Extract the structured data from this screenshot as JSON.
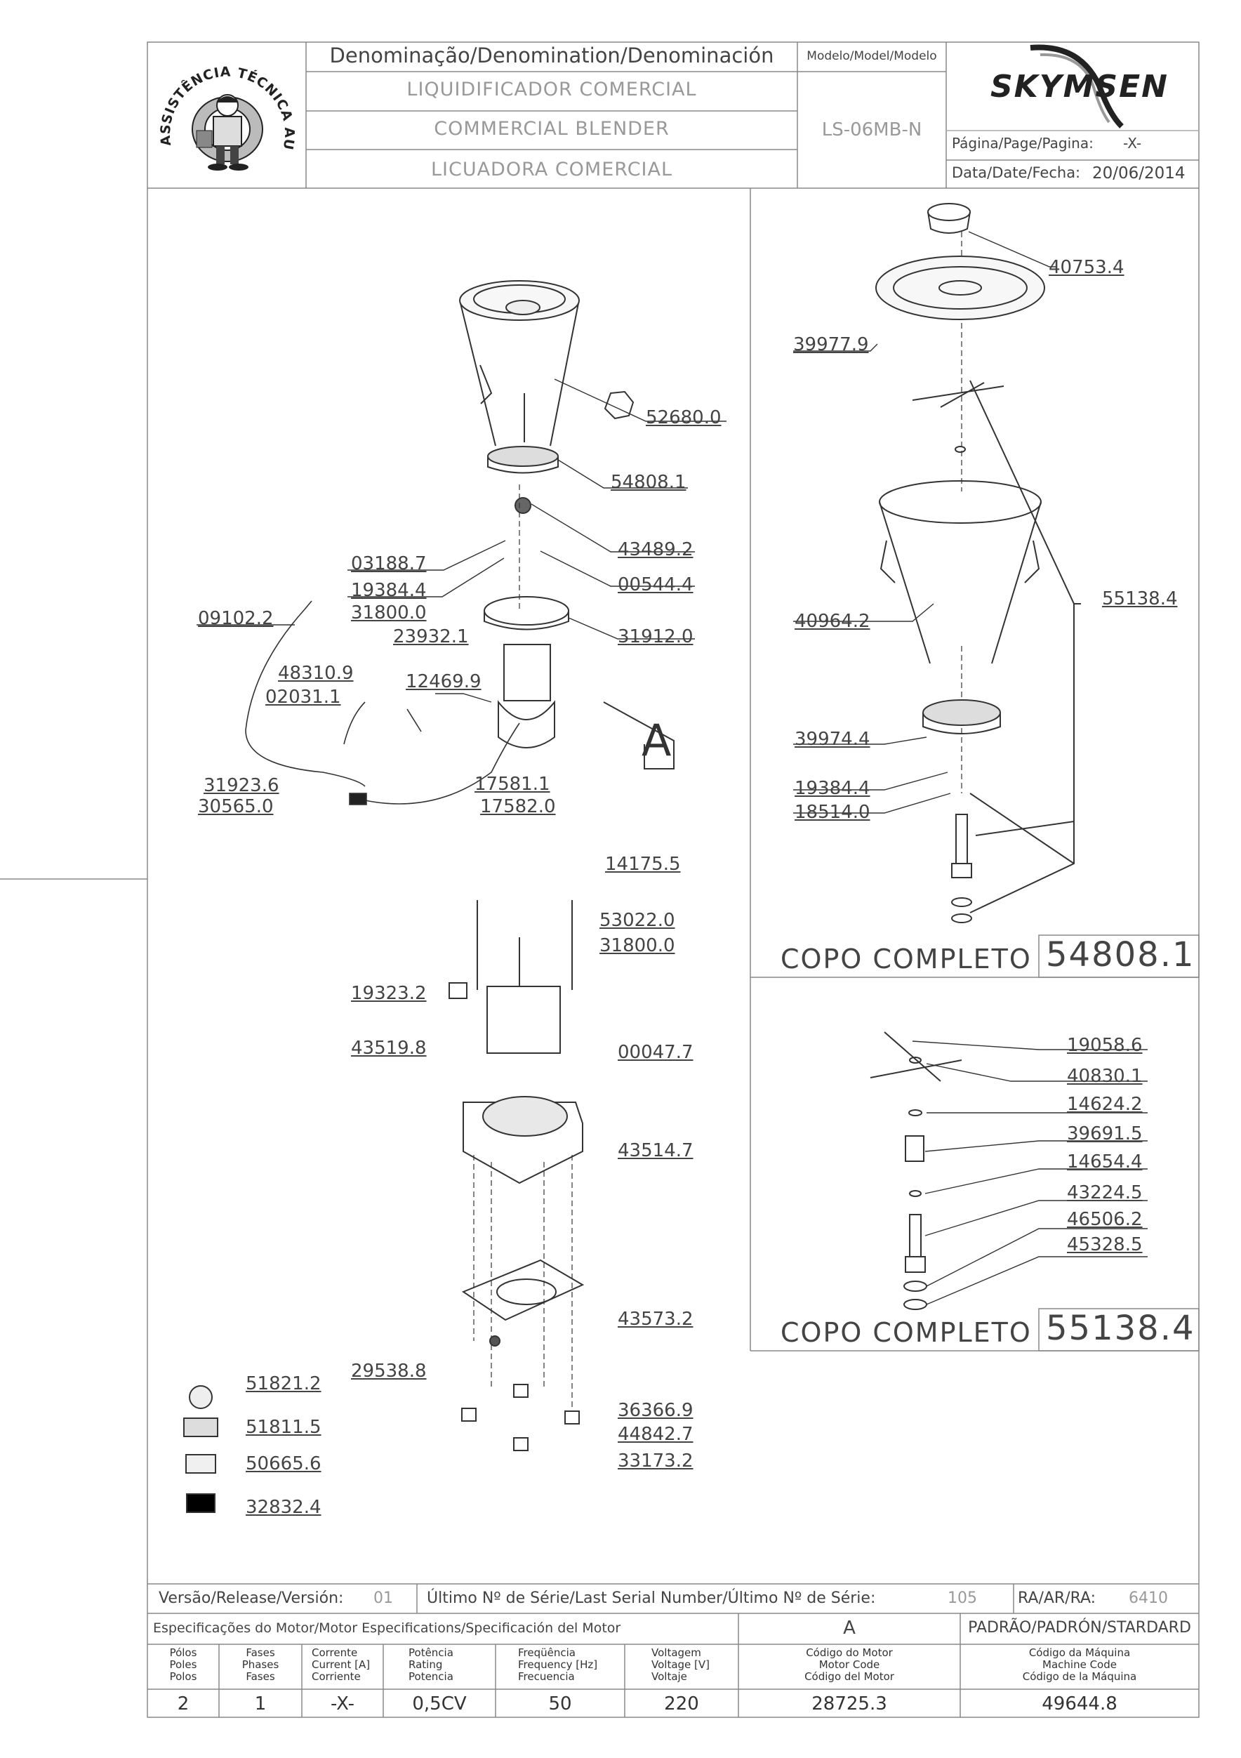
{
  "header": {
    "denomination_label": "Denominação/Denomination/Denominación",
    "model_label": "Modelo/Model/Modelo",
    "name_pt": "LIQUIDIFICADOR COMERCIAL",
    "name_en": "COMMERCIAL BLENDER",
    "name_es": "LICUADORA COMERCIAL",
    "model_value": "LS-06MB-N",
    "brand": "SKYMSEN",
    "page_label": "Página/Page/Pagina:",
    "page_value": "-X-",
    "date_label": "Data/Date/Fecha:",
    "date_value": "20/06/2014",
    "seal_text": "ASSISTÊNCIA TÉCNICA AUTORIZADA"
  },
  "diagram": {
    "main_labels": [
      "52680.0",
      "54808.1",
      "43489.2",
      "00544.4",
      "03188.7",
      "19384.4",
      "31800.0",
      "23932.1",
      "31912.0",
      "09102.2",
      "48310.9",
      "02031.1",
      "12469.9",
      "A",
      "31923.6",
      "30565.0",
      "17581.1",
      "17582.0",
      "14175.5",
      "53022.0",
      "31800.0",
      "19323.2",
      "43519.8",
      "00047.7",
      "43514.7",
      "43573.2",
      "29538.8",
      "36366.9",
      "44842.7",
      "33173.2",
      "51821.2",
      "51811.5",
      "50665.6",
      "32832.4"
    ],
    "cup1_labels": [
      "40753.4",
      "39977.9",
      "55138.4",
      "40964.2",
      "39974.4",
      "19384.4",
      "18514.0"
    ],
    "cup1_title": "COPO COMPLETO",
    "cup1_code": "54808.1",
    "cup2_labels": [
      "19058.6",
      "40830.1",
      "14624.2",
      "39691.5",
      "14654.4",
      "43224.5",
      "46506.2",
      "45328.5"
    ],
    "cup2_title": "COPO COMPLETO",
    "cup2_code": "55138.4"
  },
  "footer": {
    "version_label": "Versão/Release/Versión:",
    "version_value": "01",
    "serial_label": "Último Nº de Série/Last Serial Number/Último Nº de Série:",
    "serial_value": "105",
    "ra_label": "RA/AR/RA:",
    "ra_value": "6410",
    "motor_spec_label": "Especificações do Motor/Motor Especifications/Specificación del Motor",
    "motor_letter": "A",
    "standard_label": "PADRÃO/PADRÓN/STARDARD",
    "columns": [
      {
        "l1": "Pólos",
        "l2": "Poles",
        "l3": "Polos",
        "value": "2"
      },
      {
        "l1": "Fases",
        "l2": "Phases",
        "l3": "Fases",
        "value": "1"
      },
      {
        "l1": "Corrente",
        "l2": "Current [A]",
        "l3": "Corriente",
        "value": "-X-"
      },
      {
        "l1": "Potência",
        "l2": "Rating",
        "l3": "Potencia",
        "value": "0,5CV"
      },
      {
        "l1": "Freqüência",
        "l2": "Frequency [Hz]",
        "l3": "Frecuencia",
        "value": "50"
      },
      {
        "l1": "Voltagem",
        "l2": "Voltage [V]",
        "l3": "Voltaje",
        "value": "220"
      },
      {
        "l1": "Código do Motor",
        "l2": "Motor Code",
        "l3": "Código del Motor",
        "value": "28725.3"
      },
      {
        "l1": "Código da Máquina",
        "l2": "Machine Code",
        "l3": "Código de la Máquina",
        "value": "49644.8"
      }
    ]
  }
}
